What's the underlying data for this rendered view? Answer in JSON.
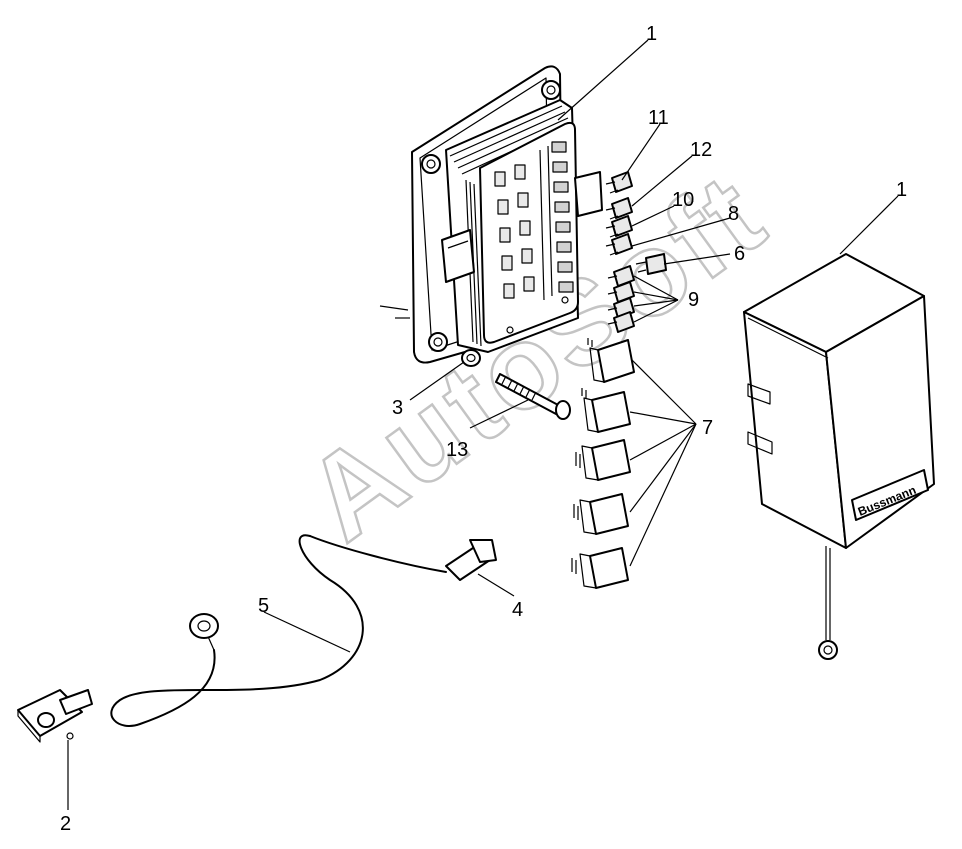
{
  "watermark": "AutoSoft",
  "brand_label": "Bussmann",
  "callouts": {
    "c1_top": "1",
    "c1_right": "1",
    "c2": "2",
    "c3": "3",
    "c4": "4",
    "c5": "5",
    "c6": "6",
    "c7": "7",
    "c8": "8",
    "c9": "9",
    "c10": "10",
    "c11": "11",
    "c12": "12",
    "c13": "13"
  }
}
